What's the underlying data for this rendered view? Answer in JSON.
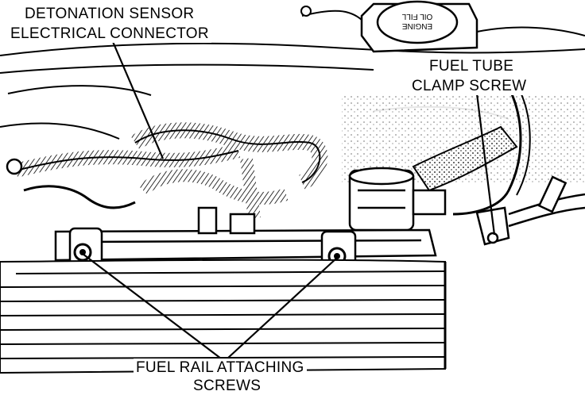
{
  "labels": {
    "detonation_sensor_line1": "DETONATION SENSOR",
    "detonation_sensor_line2": "ELECTRICAL CONNECTOR",
    "fuel_tube_line1": "FUEL TUBE",
    "fuel_tube_line2": "CLAMP SCREW",
    "fuel_rail_line1": "FUEL RAIL ATTACHING",
    "fuel_rail_line2": "SCREWS"
  },
  "cap_text": {
    "line1": "OIL FILL",
    "line2": "ENGINE"
  }
}
